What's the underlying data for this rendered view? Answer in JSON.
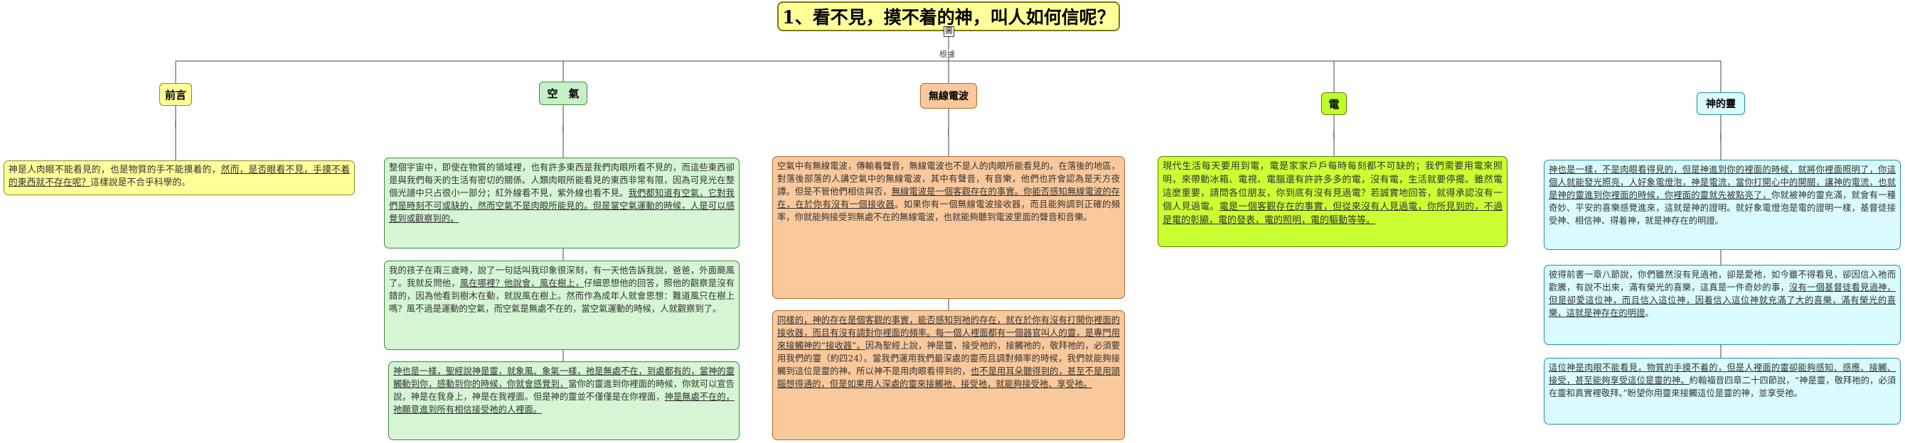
{
  "title": "1、看不見，摸不着的神，叫人如何信呢？",
  "root_icon": "圖",
  "root_label": "根據",
  "node_marker": "∣",
  "topics": [
    {
      "label": "前言",
      "notes": [
        {
          "pre": "神是人肉眼不能看見的，也是物質的手不能摸着的，",
          "u": "然而，是否眼看不見，手摸不着的東西就不存在呢？",
          "post": "這樣說是不合乎科學的。"
        }
      ]
    },
    {
      "label": "空　氣",
      "notes": [
        {
          "pre": "整個宇宙中，即使在物質的領域裡，也有許多東西是我們肉眼所看不見的，而這些東西卻是與我們每天的生活有密切的關係。人類肉眼所能看見的東西非常有限，因為可見光在整個光譜中只占很小一部分；紅外線看不見，紫外線也看不見。",
          "u": "我們都知道有空氣，它對我們是時刻不可或缺的，然而空氣不是肉眼所能見的。但是當空氣運動的時候，人是可以感覺到或觀察到的。",
          "post": ""
        },
        {
          "pre": "我的孩子在兩三歲時，說了一句話叫我印象很深刻，有一天他告訴我說，爸爸，外面颳風了。我就反問他，",
          "u": "風在哪裡？他說會，風在樹上，",
          "post": "仔細思想他的回答，照他的觀察是沒有錯的，因為他看到樹木在動，就說風在樹上。然而作為成年人就會思想：難道風只在樹上嗎？風不過是運動的空氣，而空氣是無處不在的，當空氣運動的時候，人就觀察到了。"
        },
        {
          "pre": "",
          "u": "神也是一樣，聖經說神是靈，就象風、象氣一樣，祂是無處不在，到處都有的，當神的靈觸動到你，感動到你的時候，你就會感覺到，",
          "post": "當你的靈進到你裡面的時候，你就可以宣告說，神是在我身上，神是在我裡面。但是神的靈並不僅僅是在你裡面，",
          "u2": "神是無處不在的，祂願意進到所有相信接受祂的人裡面。"
        }
      ]
    },
    {
      "label": "無線電波",
      "notes": [
        {
          "pre": "空氣中有無線電波，傳輸着聲音，無線電波也不是人的肉眼所能看見的。在落後的地區，對落後部落的人講空氣中的無線電波，其中有聲音，有音樂，他們也許會認為是天方夜譚。但是不管他們相信與否，",
          "u": "無線電波是一個客觀存在的事實。你能否感知無線電波的存在，在於你有沒有一個接收器",
          "post": "。如果你有一個無線電波接收器，而且能夠調到正確的頻率，你就能夠接受到無處不在的無線電波，也就能夠聽到電波里面的聲音和音樂。"
        },
        {
          "pre": "",
          "u": "同樣的，神的存在是個客觀的事實，能否感知到祂的存在，就在於你有沒有打開你裡面的接收器，而且有沒有調對你裡面的頻率。每一個人裡面都有一個器官叫人的靈，是專門用來接觸神的“接收器”。",
          "post": "因為聖經上說，神是靈，接受祂的，接觸祂的，敬拜祂的，必須要用我們的靈（約四24）。當我們運用我們最深處的靈而且調對頻率的時候，我們就能夠接觸到這位是靈的神。所以神不是用肉眼看得到的，",
          "u2": "也不是用耳朵聽得到的，甚至不是用頭腦想得通的，但是如果用人深處的靈來接觸祂、接受祂，就能夠接受祂、享受祂。"
        }
      ]
    },
    {
      "label": "電",
      "notes": [
        {
          "pre": "現代生活每天要用到電，電是家家戶戶每時每刻都不可缺的；我們需要用電來照明，來帶動冰箱、電視、電腦還有許許多多的電，沒有電，生活就要停擺。雖然電這麼重要，請問各位朋友，你到底有沒有見過電？若誠實地回答，就得承認沒有一個人見過電。",
          "u": "電是一個客觀存在的事實，但從來沒有人見過電，你所見到的，不過是電的彰顯，電的發表，電的照明，電的驅動等等。",
          "post": ""
        }
      ]
    },
    {
      "label": "神的靈",
      "notes": [
        {
          "pre": "",
          "u": "神也是一樣，不是肉眼看得見的，但是神進到你的裡面的時候，就將你裡面照明了，你這個人就能發光照亮，人好象電燈泡，神是電流，當你打開心中的開關，讓神的電流，也就是神的靈進到你裡面的時候，你裡面的靈就先被點亮了，",
          "post": "你就被神的靈充滿，就會有一種奇妙、平安的喜樂感覺進來，這就是神的證明。就好象電燈泡是電的證明一樣，基督徒接受神、相信神、得着神，就是神存在的明證。"
        },
        {
          "pre": "彼得前書一章八節說，你們雖然沒有見過祂，卻是愛祂，如今雖不得看見，卻因信入祂而歡騰，有說不出來，滿有榮光的喜樂，這真是一件奇妙的事，",
          "u": "沒有一個基督徒看見過神，但是卻愛這位神，而且信入這位神，因着信入這位神就充滿了大的喜樂，滿有榮光的喜樂，這就是神存在的明證",
          "post": "。"
        },
        {
          "pre": "",
          "u": "這位神是肉眼不能看見，物質的手摸不着的，但是人裡面的靈卻能夠感知、感應、接觸、接受，甚至能夠享受這位是靈的神。",
          "post": "約翰福音四章二十四節說，“神是靈，敬拜祂的，必須在靈和真實裡敬拜。”盼望你用靈來接觸這位是靈的神，並享受祂。"
        }
      ]
    }
  ]
}
